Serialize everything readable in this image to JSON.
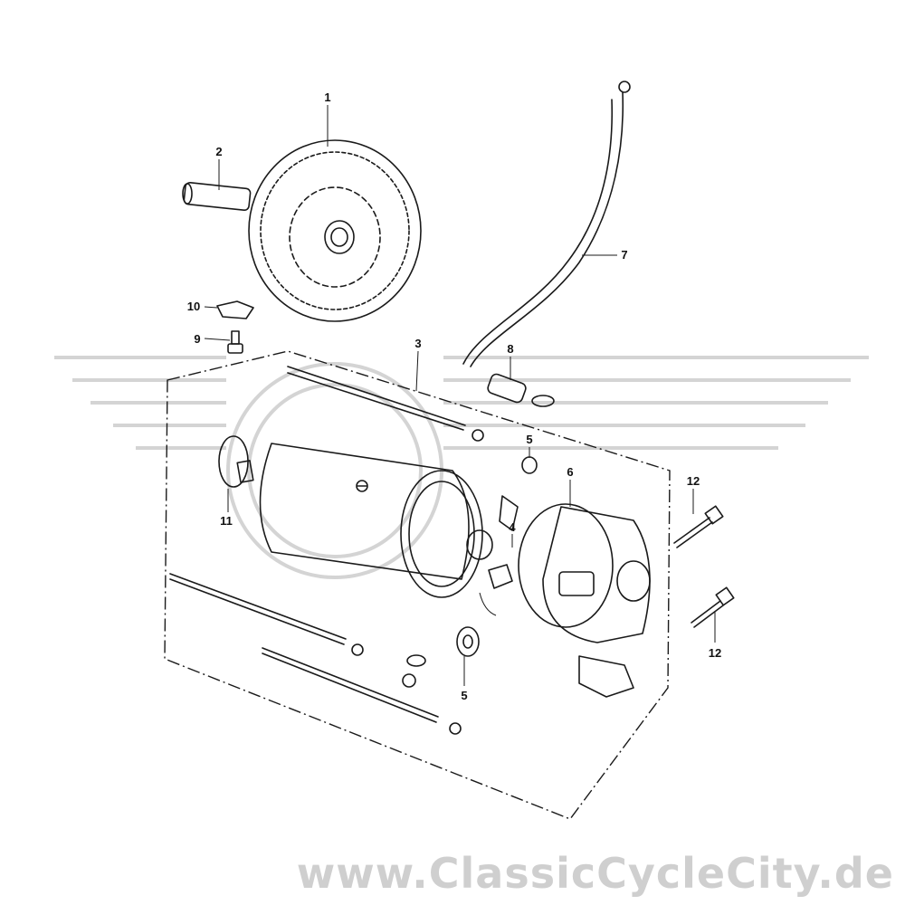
{
  "diagram": {
    "callouts": [
      {
        "id": "1",
        "label": "1"
      },
      {
        "id": "2",
        "label": "2"
      },
      {
        "id": "3",
        "label": "3"
      },
      {
        "id": "4",
        "label": "4"
      },
      {
        "id": "5a",
        "label": "5"
      },
      {
        "id": "5b",
        "label": "5"
      },
      {
        "id": "6",
        "label": "6"
      },
      {
        "id": "7",
        "label": "7"
      },
      {
        "id": "8",
        "label": "8"
      },
      {
        "id": "9",
        "label": "9"
      },
      {
        "id": "10",
        "label": "10"
      },
      {
        "id": "11",
        "label": "11"
      },
      {
        "id": "12a",
        "label": "12"
      },
      {
        "id": "12b",
        "label": "12"
      }
    ]
  },
  "watermark": {
    "text": "www.ClassicCycleCity.de",
    "logo": "winged-wheel-logo"
  }
}
